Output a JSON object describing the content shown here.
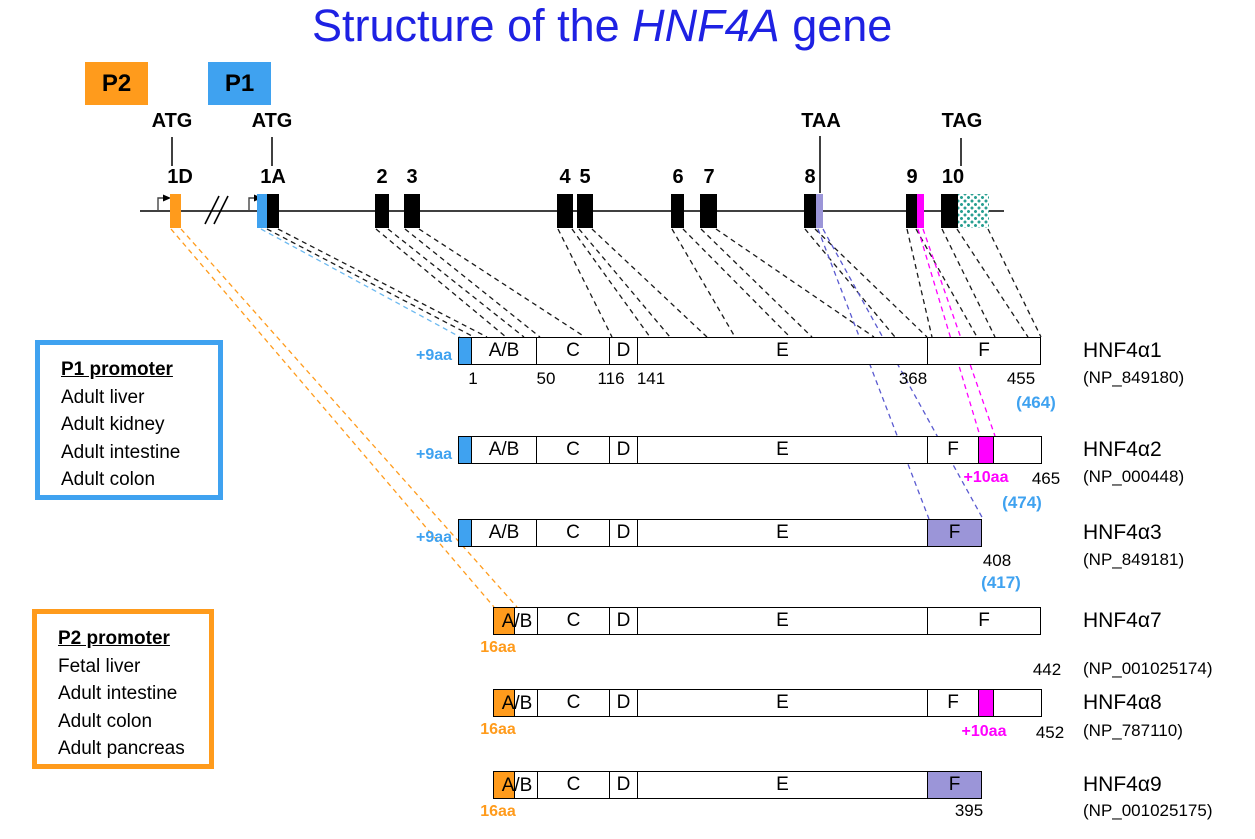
{
  "title": {
    "prefix": "Structure of the ",
    "gene": "HNF4A",
    "suffix": " gene"
  },
  "promoters": {
    "p2": "P2",
    "p1": "P1"
  },
  "codons": [
    "ATG",
    "ATG",
    "TAA",
    "TAG"
  ],
  "exon_labels": [
    "1D",
    "1A",
    "2",
    "3",
    "4",
    "5",
    "6",
    "7",
    "8",
    "9",
    "10"
  ],
  "p1_box": {
    "title": "P1 promoter",
    "items": [
      "Adult liver",
      "Adult kidney",
      "Adult intestine",
      "Adult colon"
    ]
  },
  "p2_box": {
    "title": "P2 promoter",
    "items": [
      "Fetal liver",
      "Adult intestine",
      "Adult colon",
      "Adult pancreas"
    ]
  },
  "domains": {
    "ab": "A/B",
    "c": "C",
    "d": "D",
    "e": "E",
    "f": "F"
  },
  "scale": [
    "1",
    "50",
    "116",
    "141",
    "368"
  ],
  "isoforms": [
    {
      "name": "HNF4α1",
      "accession": "(NP_849180)",
      "length": "455",
      "alt_length": "(464)",
      "nterm": "+9aa"
    },
    {
      "name": "HNF4α2",
      "accession": "(NP_000448)",
      "length": "465",
      "alt_length": "(474)",
      "nterm": "+9aa",
      "insert": "+10aa"
    },
    {
      "name": "HNF4α3",
      "accession": "(NP_849181)",
      "length": "408",
      "alt_length": "(417)",
      "nterm": "+9aa"
    },
    {
      "name": "HNF4α7",
      "accession": "(NP_001025174)",
      "length": "442",
      "nterm": "16aa"
    },
    {
      "name": "HNF4α8",
      "accession": "(NP_787110)",
      "length": "452",
      "nterm": "16aa",
      "insert": "+10aa"
    },
    {
      "name": "HNF4α9",
      "accession": "(NP_001025175)",
      "length": "395",
      "nterm": "16aa"
    }
  ],
  "colors": {
    "title_blue": "#1E21E3",
    "orange": "#FF9B1C",
    "light_blue": "#3FA2F0",
    "magenta": "#FF00FF",
    "purple": "#9B95D8",
    "teal_dots": "#2AA092",
    "slate_dash": "#5A5AD0",
    "black": "#000000"
  }
}
